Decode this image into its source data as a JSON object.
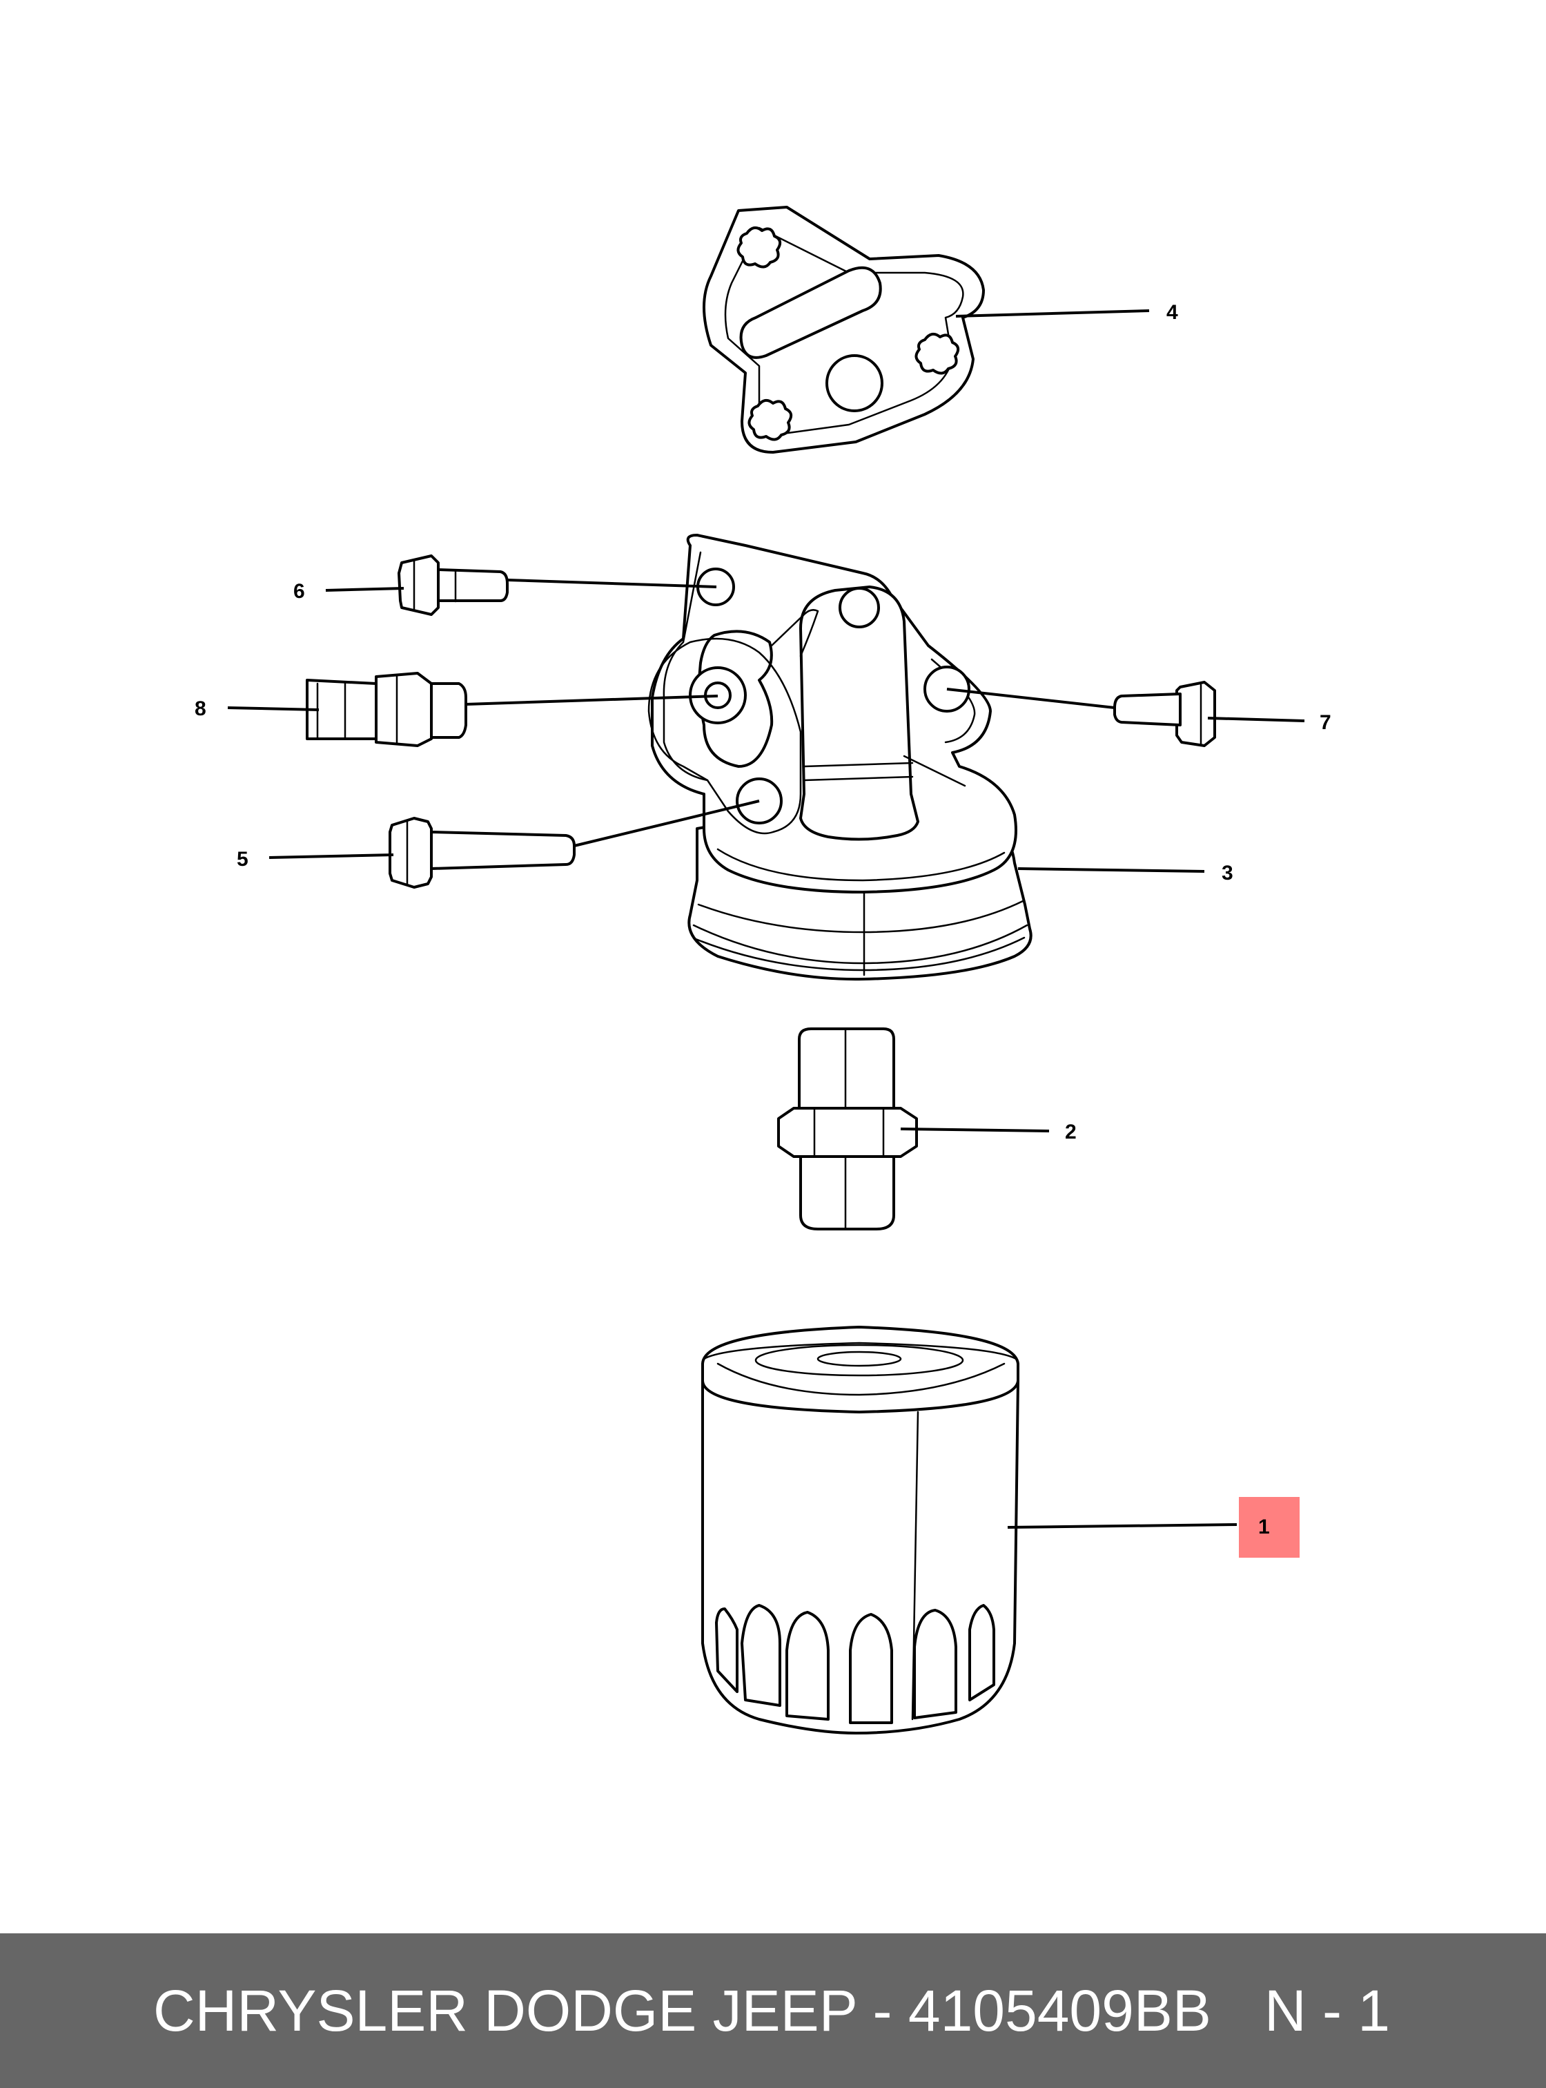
{
  "callouts": {
    "c1": "1",
    "c2": "2",
    "c3": "3",
    "c4": "4",
    "c5": "5",
    "c6": "6",
    "c7": "7",
    "c8": "8"
  },
  "highlight_color": "#ff8080",
  "footer": {
    "title": "CHRYSLER DODGE JEEP - 4105409BB",
    "page": "N - 1",
    "background": "#666666"
  }
}
